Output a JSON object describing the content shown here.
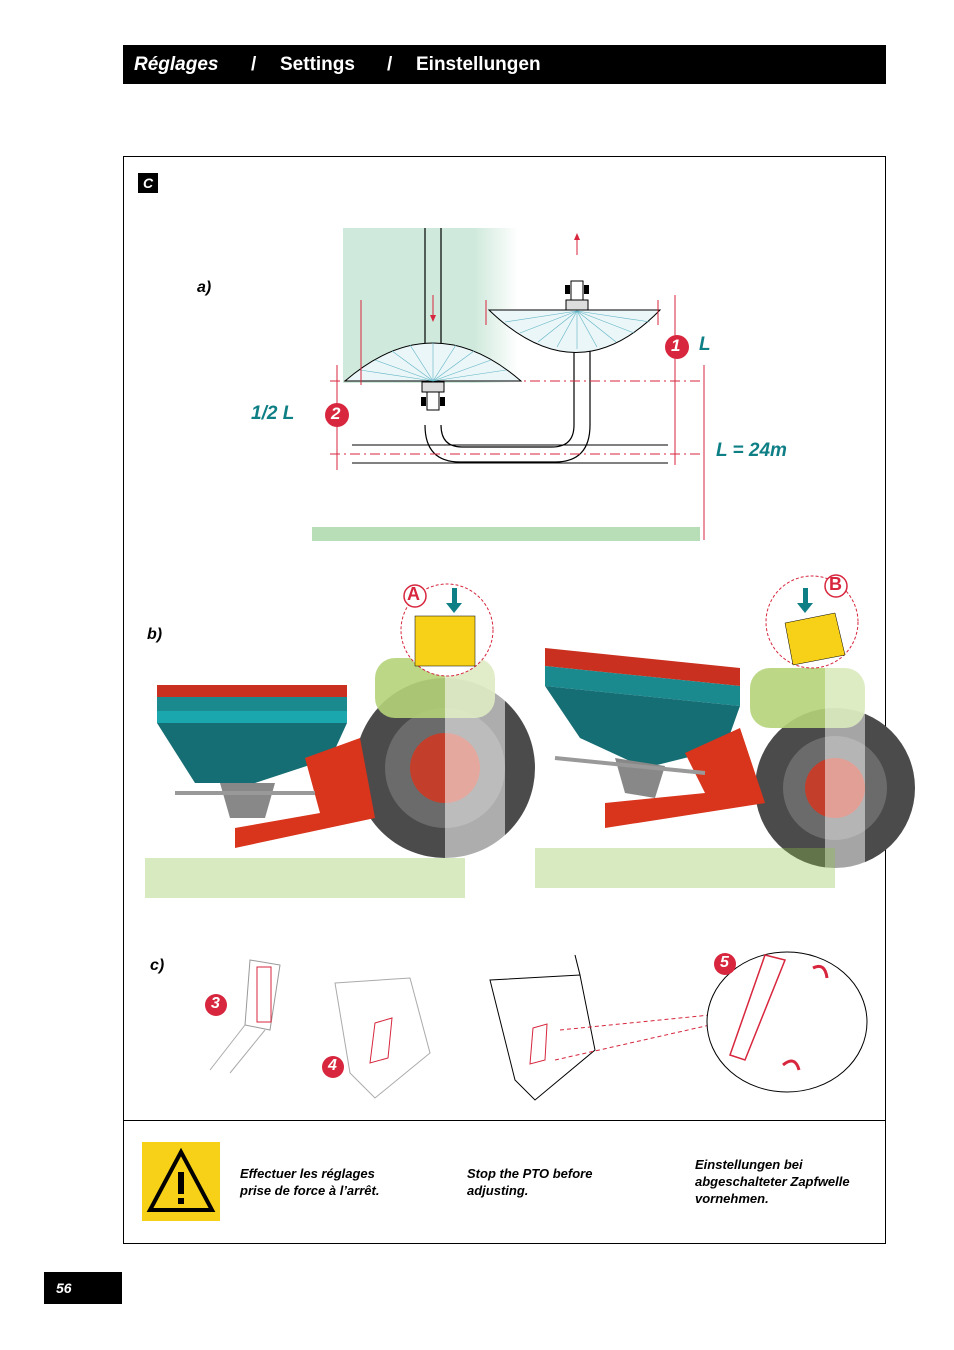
{
  "header": {
    "title_fr": "Réglages",
    "sep1": "/",
    "title_en": "Settings",
    "sep2": "/",
    "title_de": "Einstellungen"
  },
  "section": {
    "badge": "C"
  },
  "part_a": {
    "label": "a)",
    "marker_1": "1",
    "marker_2": "2",
    "label_L": "L",
    "label_half_L": "1/2 L",
    "label_width": "L = 24m"
  },
  "part_b": {
    "label": "b)",
    "marker_A": "A",
    "marker_B": "B"
  },
  "part_c": {
    "label": "c)",
    "marker_3": "3",
    "marker_4": "4",
    "marker_5": "5"
  },
  "warning": {
    "fr": "Effectuer les réglages\nprise de force à l’arrêt.",
    "en": "Stop the PTO before\nadjusting.",
    "de": "Einstellungen bei\nabgeschalteter Zapfwelle\nvornehmen."
  },
  "footer": {
    "page_number": "56"
  },
  "colors": {
    "teal": "#0f7f86",
    "red": "#d7263d",
    "hopper_teal": "#1b8a8f",
    "frame_red": "#d9341c",
    "field_green": "#cfe9dc",
    "warning_yellow": "#f7d117"
  }
}
